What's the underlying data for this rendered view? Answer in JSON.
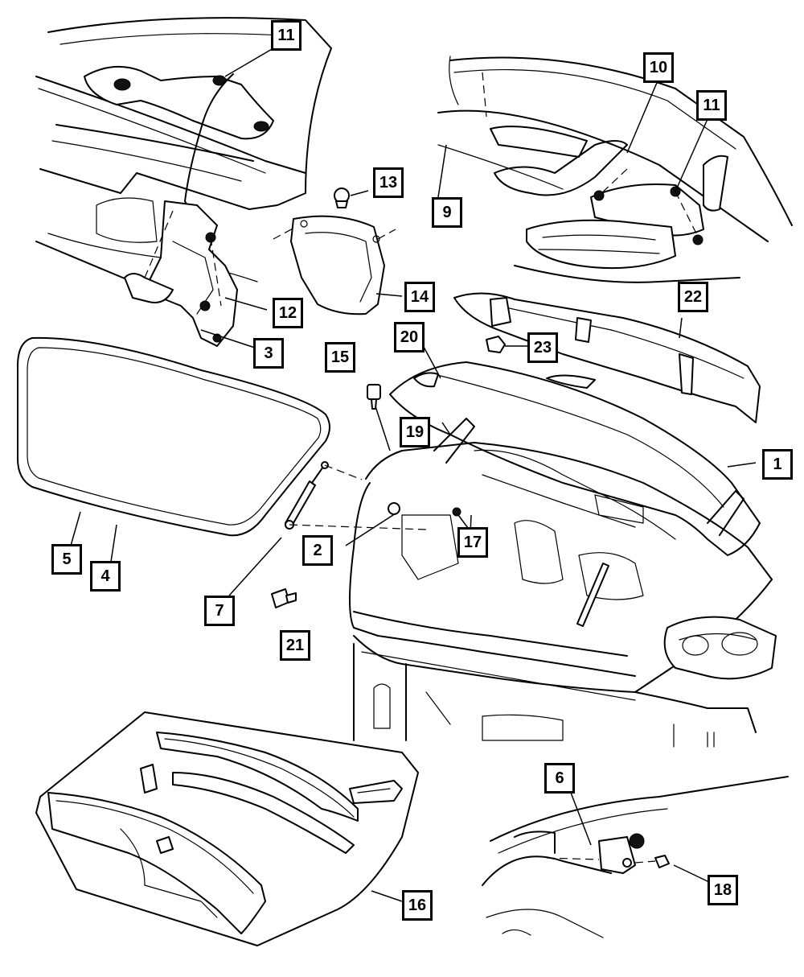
{
  "diagram": {
    "callouts": [
      {
        "id": "c11a",
        "label": "11"
      },
      {
        "id": "c13",
        "label": "13"
      },
      {
        "id": "c12",
        "label": "12"
      },
      {
        "id": "c3",
        "label": "3"
      },
      {
        "id": "c14",
        "label": "14"
      },
      {
        "id": "c10",
        "label": "10"
      },
      {
        "id": "c11b",
        "label": "11"
      },
      {
        "id": "c9",
        "label": "9"
      },
      {
        "id": "c22",
        "label": "22"
      },
      {
        "id": "c23",
        "label": "23"
      },
      {
        "id": "c20",
        "label": "20"
      },
      {
        "id": "c15",
        "label": "15"
      },
      {
        "id": "c19",
        "label": "19"
      },
      {
        "id": "c1",
        "label": "1"
      },
      {
        "id": "c5",
        "label": "5"
      },
      {
        "id": "c4",
        "label": "4"
      },
      {
        "id": "c2",
        "label": "2"
      },
      {
        "id": "c17",
        "label": "17"
      },
      {
        "id": "c7",
        "label": "7"
      },
      {
        "id": "c21",
        "label": "21"
      },
      {
        "id": "c6",
        "label": "6"
      },
      {
        "id": "c18",
        "label": "18"
      },
      {
        "id": "c16",
        "label": "16"
      }
    ]
  }
}
